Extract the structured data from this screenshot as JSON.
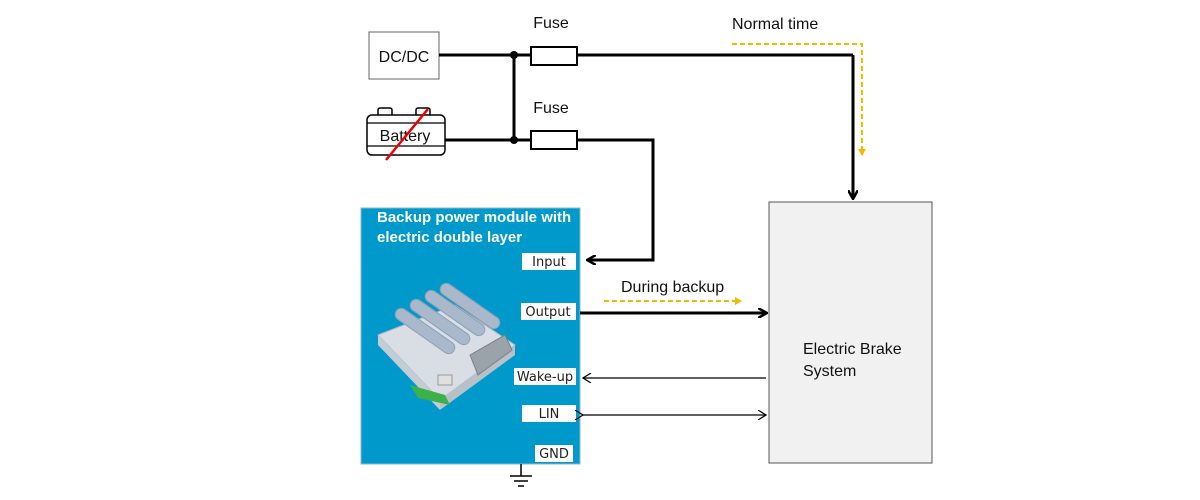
{
  "sources": {
    "dcdc_label": "DC/DC",
    "battery_label": "Battery"
  },
  "fuses": {
    "top_label": "Fuse",
    "bottom_label": "Fuse"
  },
  "paths": {
    "normal_label": "Normal time",
    "backup_label": "During backup",
    "flow_color": "#f5b800"
  },
  "module": {
    "title_line1": "Backup power module with",
    "title_line2": "electric double layer",
    "color": "#0099cc",
    "pins": [
      "Input",
      "Output",
      "Wake-up",
      "LIN",
      "GND"
    ]
  },
  "ebs": {
    "line1": "Electric Brake",
    "line2": "System"
  },
  "battery_status": "disconnected"
}
